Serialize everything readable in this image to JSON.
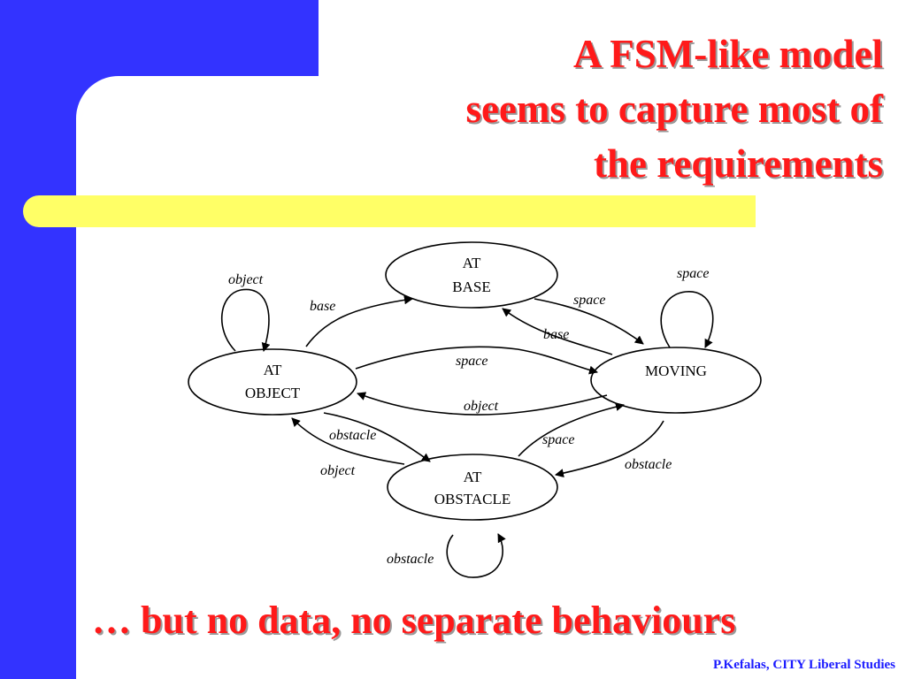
{
  "slide": {
    "title_lines": [
      "A FSM-like model",
      "seems to capture most of",
      "the requirements"
    ],
    "subtitle": "… but no data, no separate behaviours",
    "footer": "P.Kefalas, CITY Liberal Studies",
    "colors": {
      "title": "#ff1a1a",
      "frame": "#3333ff",
      "band": "#ffff66",
      "footer": "#1a1aff"
    }
  },
  "diagram": {
    "nodes": {
      "at_base": [
        "AT",
        "BASE"
      ],
      "at_object": [
        "AT",
        "OBJECT"
      ],
      "moving": [
        "MOVING"
      ],
      "at_obstacle": [
        "AT",
        "OBSTACLE"
      ]
    },
    "edges": {
      "object_self": "object",
      "object_to_base": "base",
      "base_to_moving": "space",
      "moving_to_base": "base",
      "moving_self": "space",
      "object_to_moving": "space",
      "moving_to_object": "object",
      "object_to_obstacle": "obstacle",
      "obstacle_to_object": "object",
      "obstacle_to_moving": "space",
      "moving_to_obstacle": "obstacle",
      "obstacle_self": "obstacle"
    }
  }
}
